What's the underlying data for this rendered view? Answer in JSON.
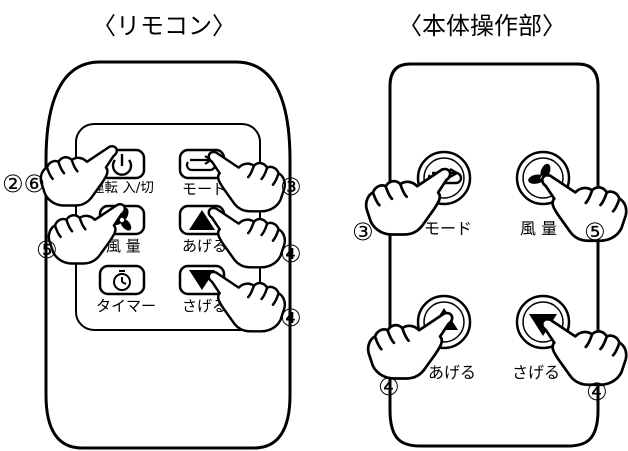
{
  "remote": {
    "title": "〈リモコン〉",
    "buttons": {
      "power": "運転 入/切",
      "mode": "モード",
      "fan": "風 量",
      "up": "あげる",
      "timer": "タイマー",
      "down": "さげる"
    },
    "callouts": {
      "power": "②⑥",
      "mode": "③",
      "fan": "⑤",
      "up": "④",
      "down": "④"
    }
  },
  "unit": {
    "title": "〈本体操作部〉",
    "buttons": {
      "mode": "モード",
      "fan": "風 量",
      "up": "あげる",
      "down": "さげる"
    },
    "callouts": {
      "mode": "③",
      "fan": "⑤",
      "up": "④",
      "down": "④"
    }
  },
  "icons": [
    "power-icon",
    "mode-cycle-icon",
    "fan-icon",
    "up-triangle-icon",
    "timer-icon",
    "down-triangle-icon",
    "pointing-hand-icon"
  ]
}
